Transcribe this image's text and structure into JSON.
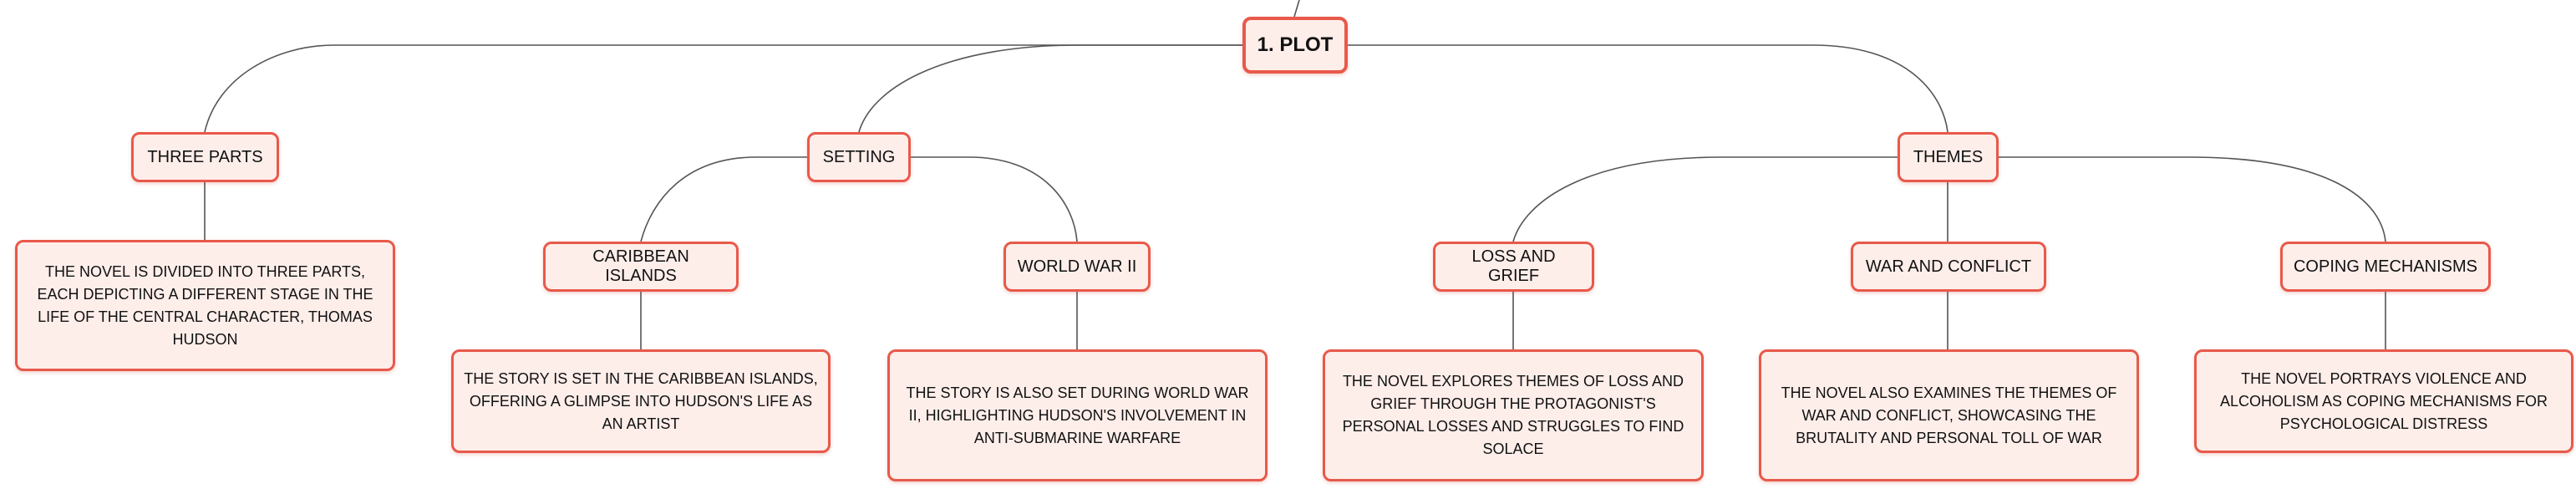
{
  "diagram": {
    "root": "1. PLOT",
    "branches": [
      {
        "label": "THREE PARTS",
        "children": [],
        "detail": "THE NOVEL IS DIVIDED INTO THREE PARTS, EACH DEPICTING A DIFFERENT STAGE IN THE LIFE OF THE CENTRAL CHARACTER, THOMAS HUDSON"
      },
      {
        "label": "SETTING",
        "children": [
          {
            "label": "CARIBBEAN ISLANDS",
            "detail": "THE STORY IS SET IN THE CARIBBEAN ISLANDS, OFFERING A GLIMPSE INTO HUDSON'S LIFE AS AN ARTIST"
          },
          {
            "label": "WORLD WAR II",
            "detail": "THE STORY IS ALSO SET DURING WORLD WAR II, HIGHLIGHTING HUDSON'S INVOLVEMENT IN ANTI-SUBMARINE WARFARE"
          }
        ]
      },
      {
        "label": "THEMES",
        "children": [
          {
            "label": "LOSS AND GRIEF",
            "detail": "THE NOVEL EXPLORES THEMES OF LOSS AND GRIEF THROUGH THE PROTAGONIST'S PERSONAL LOSSES AND STRUGGLES TO FIND SOLACE"
          },
          {
            "label": "WAR AND CONFLICT",
            "detail": "THE NOVEL ALSO EXAMINES THE THEMES OF WAR AND CONFLICT, SHOWCASING THE BRUTALITY AND PERSONAL TOLL OF WAR"
          },
          {
            "label": "COPING MECHANISMS",
            "detail": "THE NOVEL PORTRAYS VIOLENCE AND ALCOHOLISM AS COPING MECHANISMS FOR PSYCHOLOGICAL DISTRESS"
          }
        ]
      }
    ]
  },
  "colors": {
    "border": "#e8594a",
    "fill": "#fdeeea",
    "line": "#555555"
  }
}
